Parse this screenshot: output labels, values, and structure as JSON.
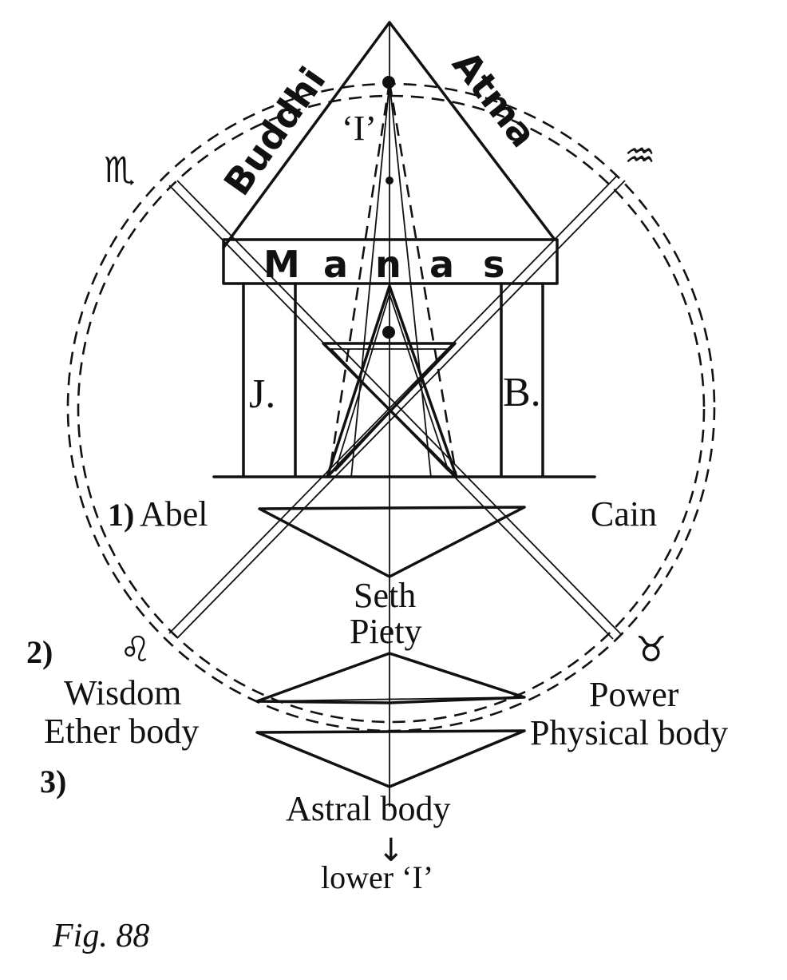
{
  "labels": {
    "buddhi": "Buddhi",
    "atma": "Atma",
    "i_upper": "‘I’",
    "manas_m": "M",
    "manas_a1": "a",
    "manas_n": "n",
    "manas_a2": "a",
    "manas_s": "s",
    "pillar_left": "J.",
    "pillar_right": "B.",
    "abel_num": "1)",
    "abel": "Abel",
    "cain": "Cain",
    "seth": "Seth",
    "piety": "Piety",
    "num2": "2)",
    "wisdom": "Wisdom",
    "ether_body": "Ether body",
    "num3": "3)",
    "power": "Power",
    "physical_body": "Physical body",
    "astral_body": "Astral body",
    "arrow": "↓",
    "lower_i": "lower ‘I’",
    "sym_scorpio": "♏",
    "sym_aquarius": "♒",
    "sym_leo": "♌",
    "sym_taurus": "♉"
  },
  "caption": "Fig. 88"
}
